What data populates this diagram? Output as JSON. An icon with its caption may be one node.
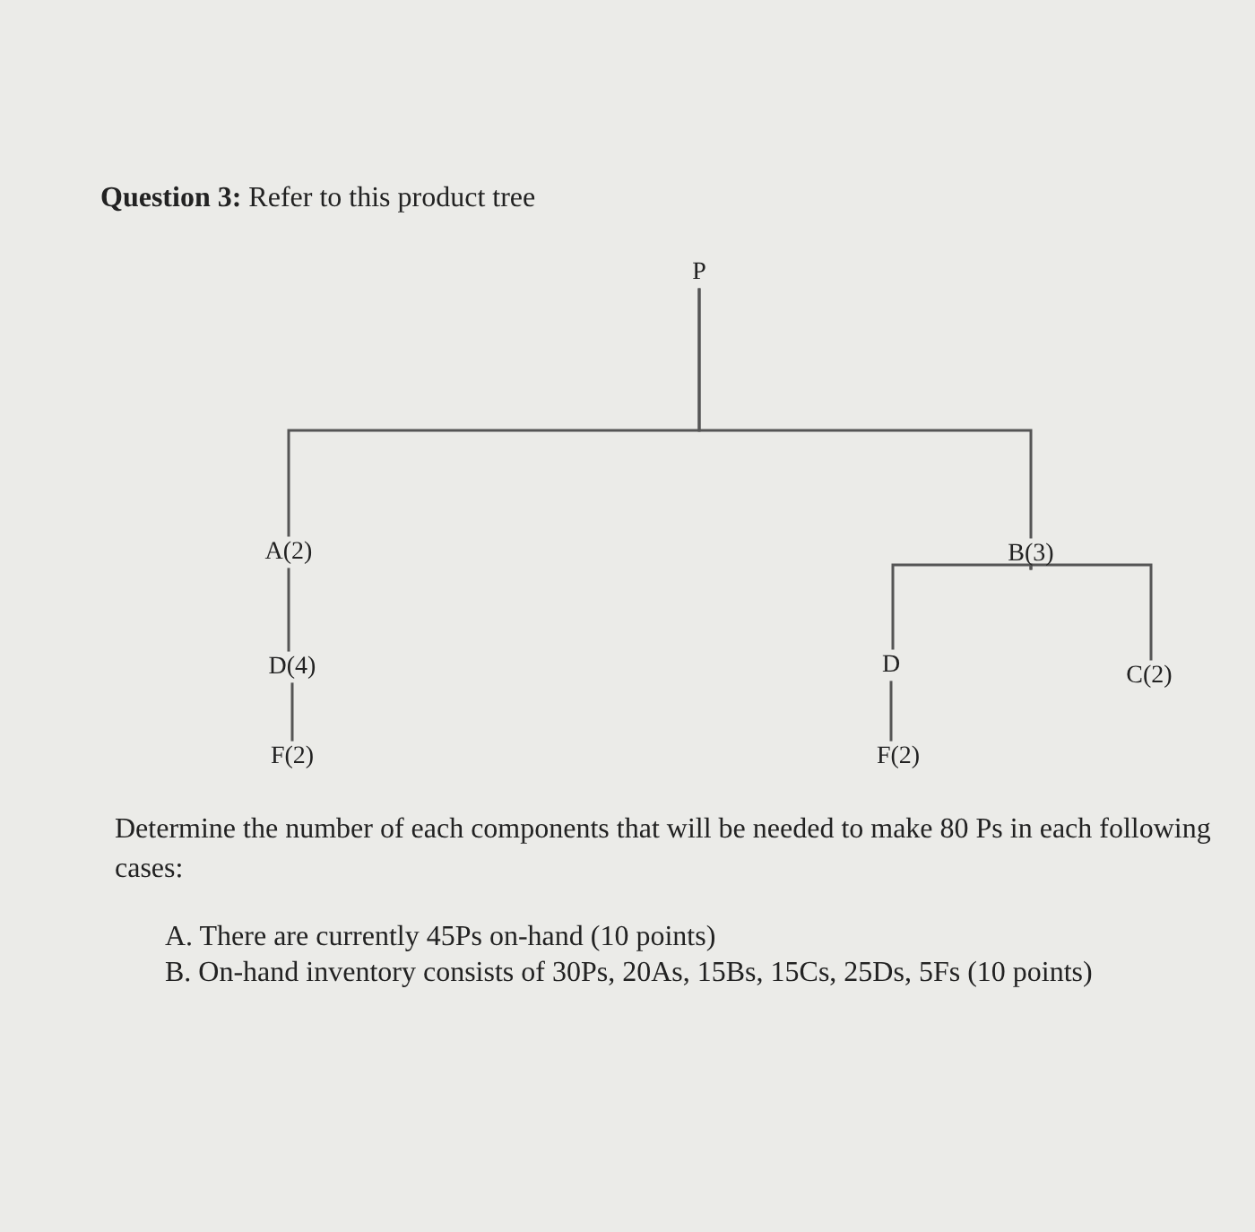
{
  "diagram": {
    "title": "**Question 3:** Refer to this product tree",
    "nodes": [
      {
        "text": [
          "P"
        ]
      },
      {
        "text": [
          "A(2)"
        ]
      },
      {
        "text": [
          "B(3)"
        ]
      },
      {
        "text": [
          "D(4)"
        ]
      },
      {
        "text": [
          "D"
        ]
      },
      {
        "text": [
          "C(2)"
        ]
      },
      {
        "text": [
          "F(2)"
        ]
      },
      {
        "text": [
          "F(2)"
        ]
      }
    ],
    "edges": [
      {
        "from": 0,
        "to": 1,
        "arrow": "none"
      },
      {
        "from": 0,
        "to": 2,
        "arrow": "none"
      },
      {
        "from": 1,
        "to": 3,
        "arrow": "none"
      },
      {
        "from": 2,
        "to": 4,
        "arrow": "none"
      },
      {
        "from": 2,
        "to": 5,
        "arrow": "none"
      },
      {
        "from": 3,
        "to": 6,
        "arrow": "none"
      },
      {
        "from": 4,
        "to": 7,
        "arrow": "none"
      }
    ],
    "labels": [
      "Determine the number of each components that will be needed to make 80 Ps in each following cases:",
      "A. There are currently 45Ps on-hand (10 points)",
      "B. On-hand inventory consists of 30Ps, 20As, 15Bs, 15Cs, 25Ds, 5Fs (10 points)"
    ]
  }
}
